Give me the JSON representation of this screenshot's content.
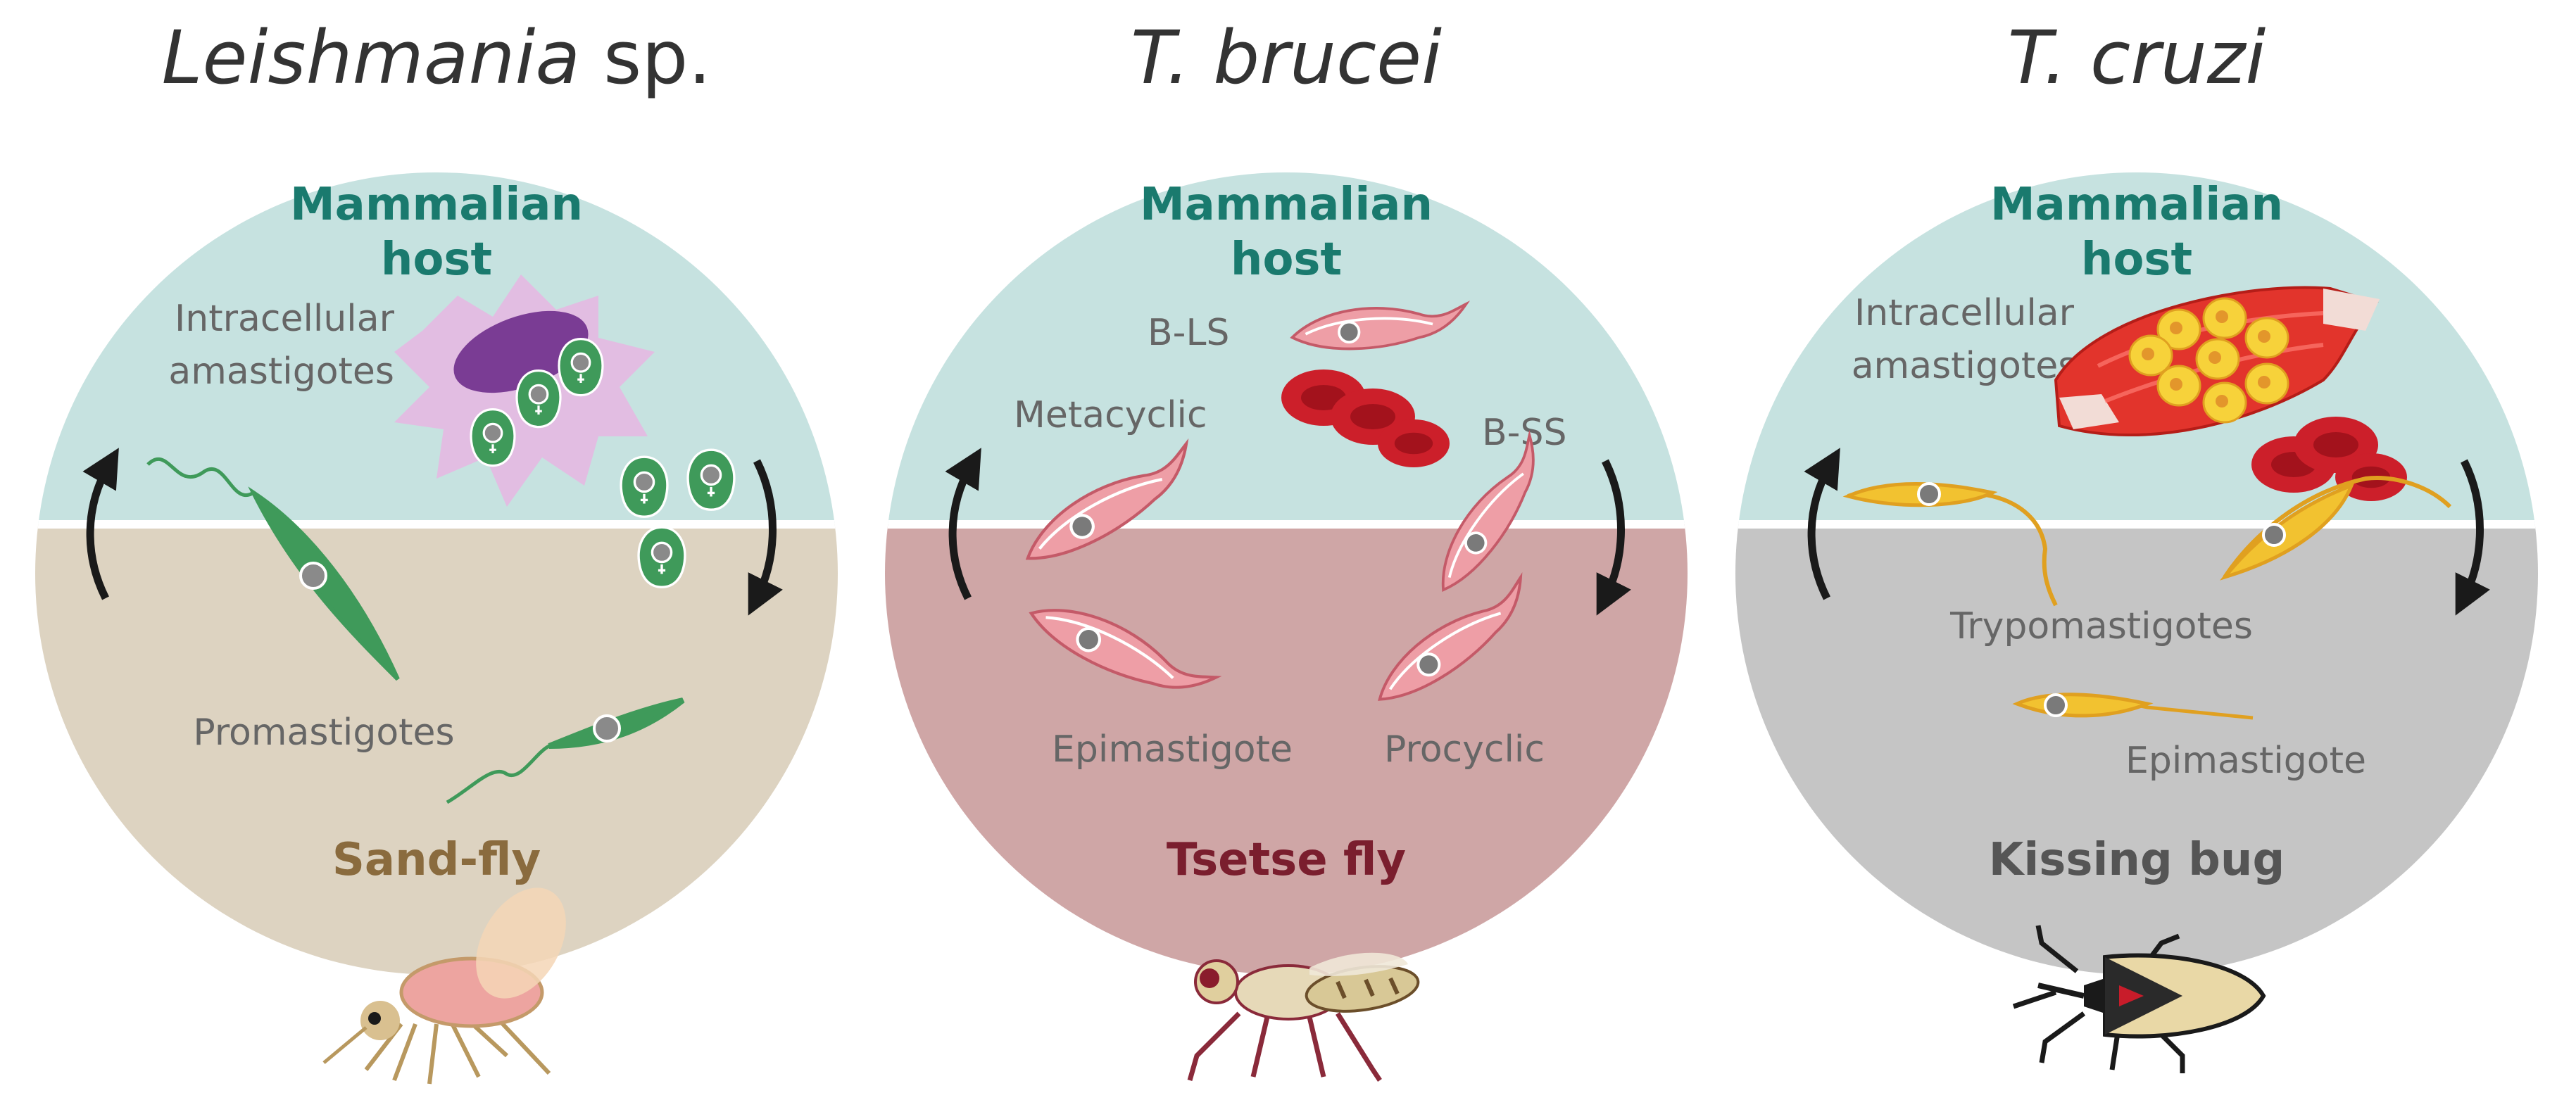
{
  "panels": [
    {
      "title_main": "Leishmania",
      "title_suffix": " sp.",
      "host_line1": "Mammalian",
      "host_line2": "host",
      "vector": "Sand-fly",
      "stage_a1": "Intracellular",
      "stage_a2": "amastigotes",
      "stage_b": "Promastigotes"
    },
    {
      "title_main": "T. brucei",
      "host_line1": "Mammalian",
      "host_line2": "host",
      "vector": "Tsetse fly",
      "stage_a": "B-LS",
      "stage_b": "Metacyclic",
      "stage_c": "B-SS",
      "stage_d": "Epimastigote",
      "stage_e": "Procyclic"
    },
    {
      "title_main": "T. cruzi",
      "host_line1": "Mammalian",
      "host_line2": "host",
      "vector": "Kissing bug",
      "stage_a1": "Intracellular",
      "stage_a2": "amastigotes",
      "stage_b": "Trypomastigotes",
      "stage_c": "Epimastigote"
    }
  ],
  "colors": {
    "mammal_zone": "#c6e2e0",
    "host_text": "#1a7a6e",
    "sandfly_zone": "#ddd3c1",
    "sandfly_text": "#8a6b3e",
    "tsetse_zone": "#cfa6a6",
    "tsetse_text": "#7a1e2e",
    "kissing_zone": "#c5c5c5",
    "kissing_text": "#555555",
    "leishmania_parasite": "#3f9a5a",
    "brucei_parasite": "#ee9ea6",
    "cruzi_parasite": "#f2c230",
    "erythrocyte": "#cc1f2a"
  }
}
